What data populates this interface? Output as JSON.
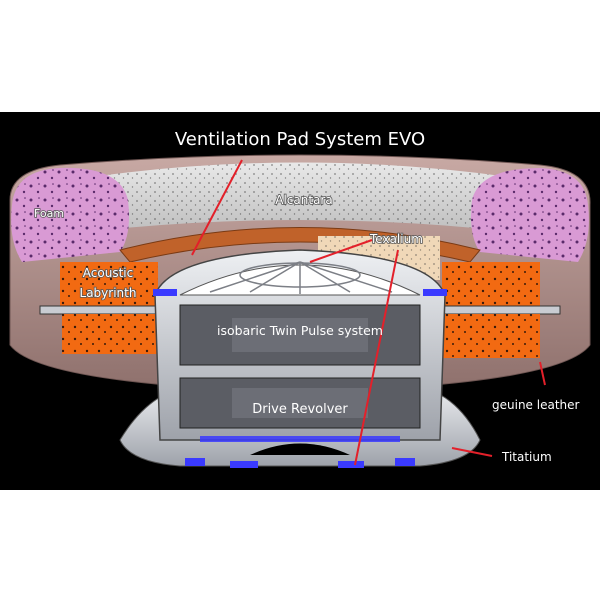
{
  "labels": {
    "ventilation": "Ventilation Pad System EVO",
    "alcantara": "Alcantara",
    "foam": "Foam",
    "texalium": "Texalium",
    "acoustic_line1": "Acoustic",
    "acoustic_line2": "Labyrinth",
    "isobaric": "isobaric Twin Pulse system",
    "drive_revolver": "Drive Revolver",
    "leather": "geuine leather",
    "titanium": "Titatium"
  },
  "colors": {
    "background": "#000000",
    "frame": "#ffffff",
    "foam": "#d99ad4",
    "acoustic_foam": "#f26a12",
    "leader_line": "#e3202a",
    "metal": "#c9ccd2",
    "gasket": "#3a3aff"
  }
}
